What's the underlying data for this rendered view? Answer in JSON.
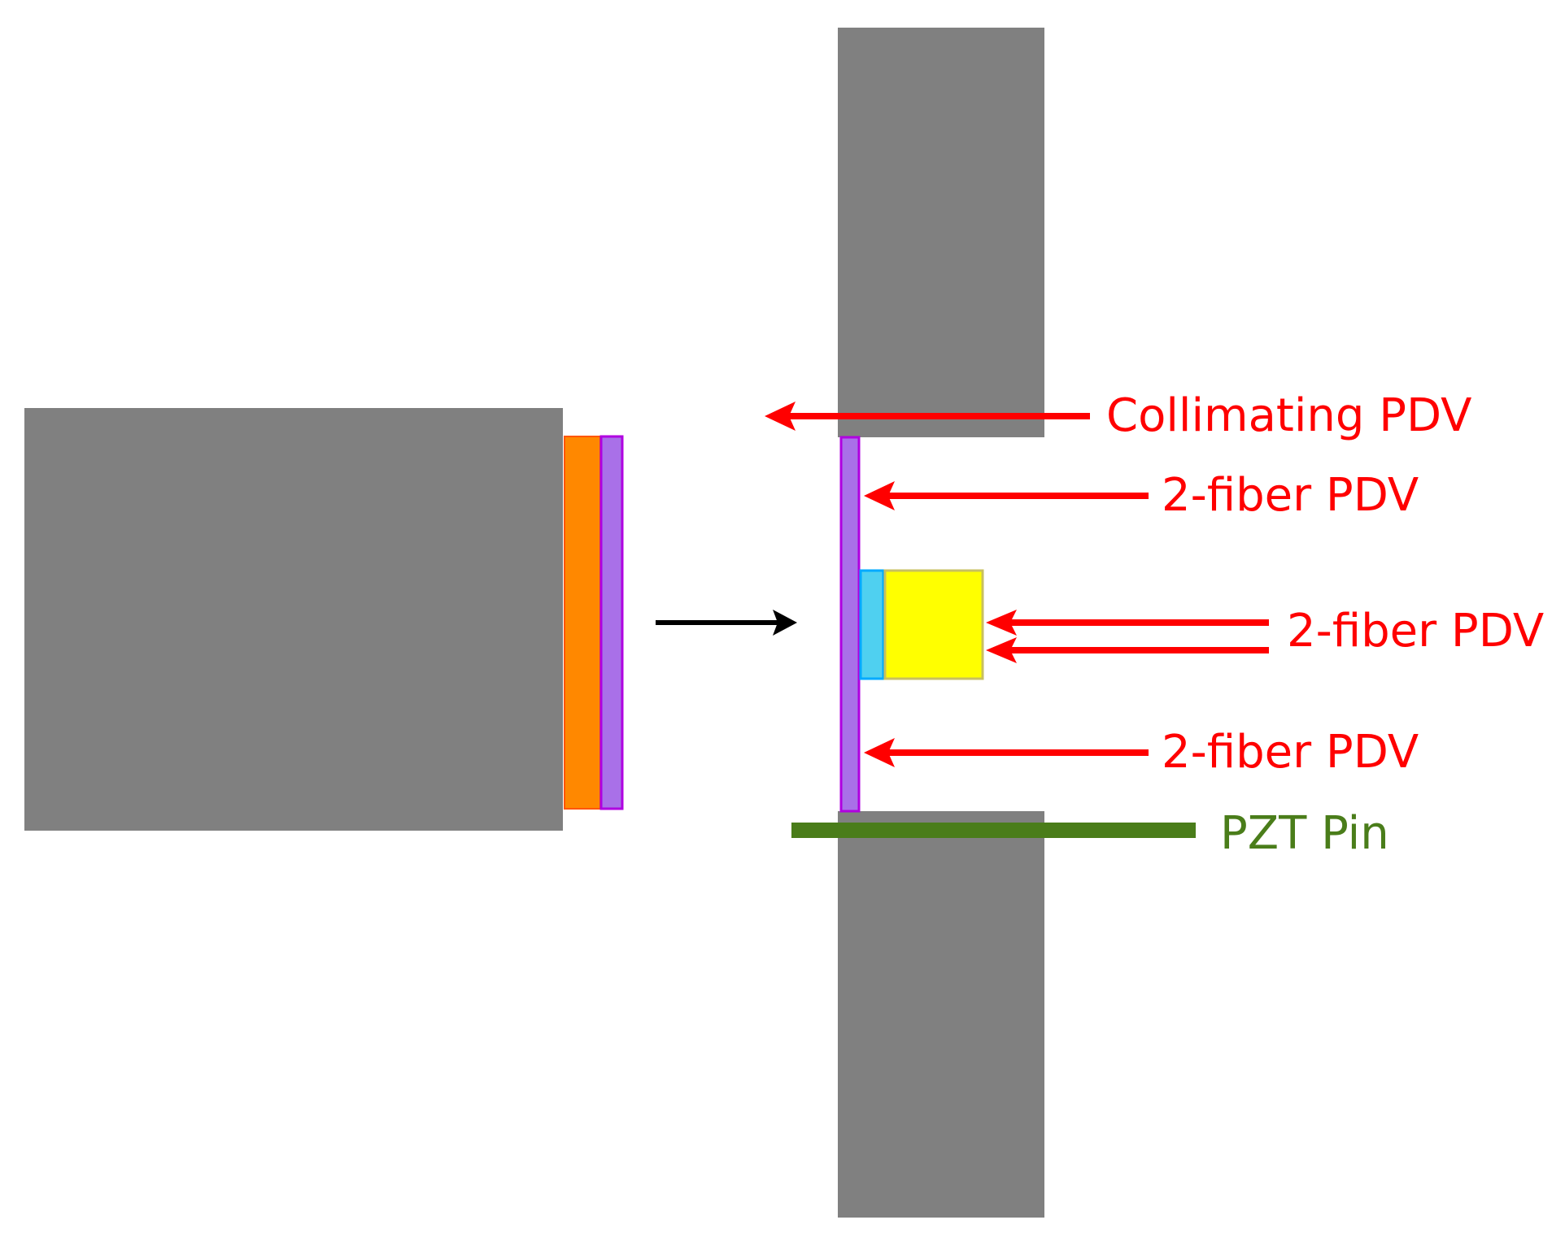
{
  "labels": {
    "collimating_pdv": "Collimating PDV",
    "two_fiber_pdv_top": "2-fiber PDV",
    "two_fiber_pdv_middle": "2-fiber PDV",
    "two_fiber_pdv_bottom": "2-fiber PDV",
    "pzt_pin": "PZT Pin"
  },
  "colors": {
    "gray_block": "#808080",
    "orange_layer": "#ff8800",
    "purple_layer": "#a970e8",
    "purple_border": "#b000e0",
    "cyan_layer": "#4fd0f0",
    "cyan_border": "#00aaff",
    "yellow_block": "#ffff00",
    "yellow_border": "#c8c060",
    "red_arrow": "#ff0000",
    "black_arrow": "#000000",
    "pzt_green": "#4a7d1a",
    "label_red": "#ff0000",
    "label_green": "#4a7d1a"
  }
}
